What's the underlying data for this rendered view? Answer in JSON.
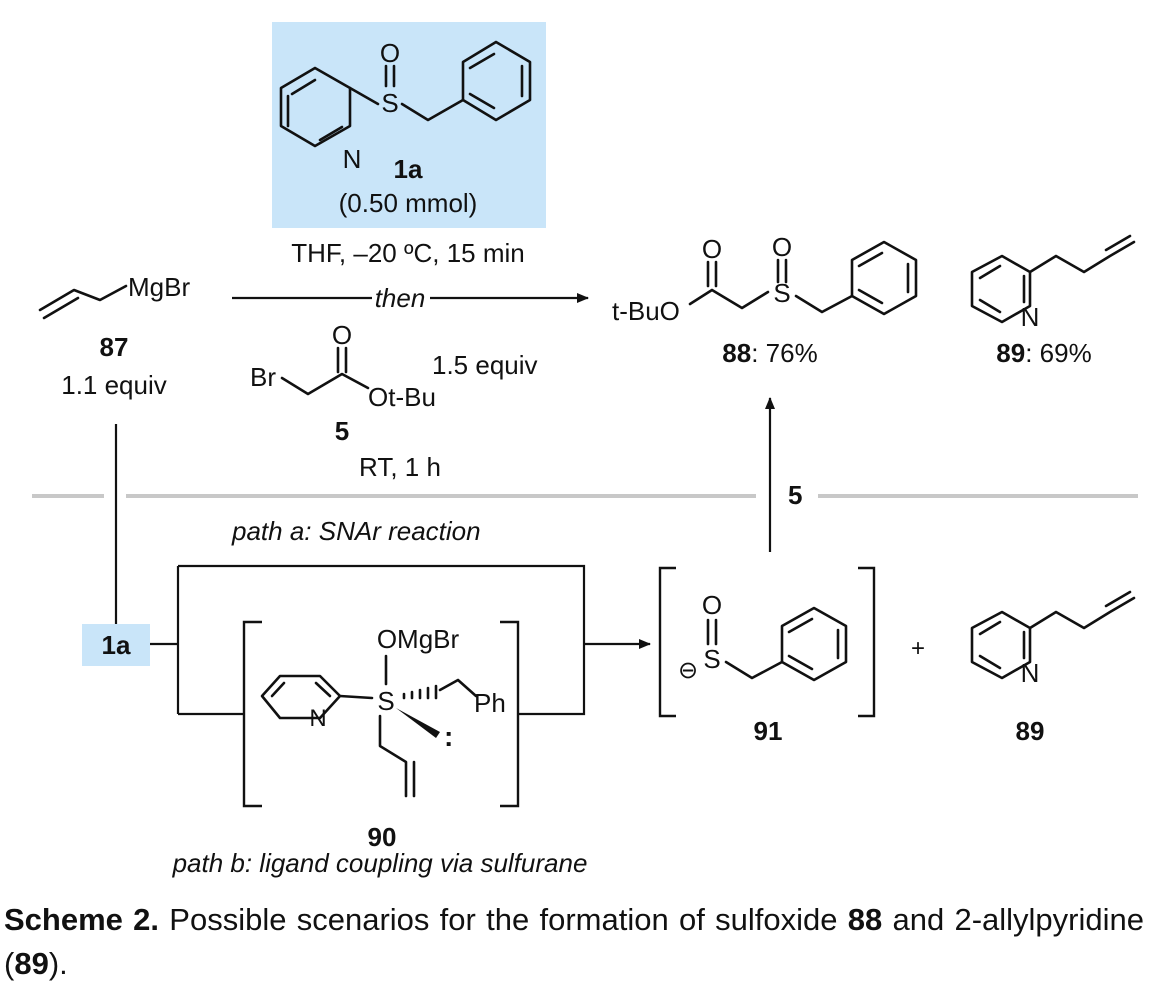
{
  "reagent_box": {
    "compound_id": "1a",
    "amount": "(0.50 mmol)",
    "atom_O": "O",
    "atom_S": "S",
    "atom_N": "N"
  },
  "conditions": {
    "step1": "THF, –20 ºC, 15 min",
    "then": "then",
    "step2": "RT, 1 h"
  },
  "grignard": {
    "label": "MgBr",
    "id": "87",
    "equiv": "1.1 equiv"
  },
  "bromoester": {
    "br": "Br",
    "o_carbonyl": "O",
    "o_ester": "Ot-Bu",
    "id": "5",
    "equiv": "1.5 equiv"
  },
  "product_88": {
    "tbuo": "t-BuO",
    "o1": "O",
    "o2": "O",
    "s": "S",
    "id": "88",
    "yield": ": 76%"
  },
  "product_89": {
    "n": "N",
    "id": "89",
    "yield": ": 69%"
  },
  "vertical_arrow_label": "5",
  "path_a": "path a: SNAr reaction",
  "path_b": "path b: ligand coupling via sulfurane",
  "start_box": "1a",
  "intermediate_90": {
    "omgbr": "OMgBr",
    "s": "S",
    "n": "N",
    "ph": "Ph",
    "lone_pair": ":",
    "id": "90"
  },
  "anion_91": {
    "o": "O",
    "s": "S",
    "minus": "⊖",
    "id": "91"
  },
  "plus": "+",
  "bottom_89": {
    "n": "N",
    "id": "89"
  },
  "caption": {
    "label": "Scheme 2.",
    "text1": " Possible scenarios for the formation of sulfoxide ",
    "cmpd1": "88",
    "text2": " and 2-allylpyridine (",
    "cmpd2": "89",
    "text3": ")."
  },
  "colors": {
    "highlight": "#c9e5f9",
    "separator": "#c8c8c8",
    "ink": "#111111"
  }
}
